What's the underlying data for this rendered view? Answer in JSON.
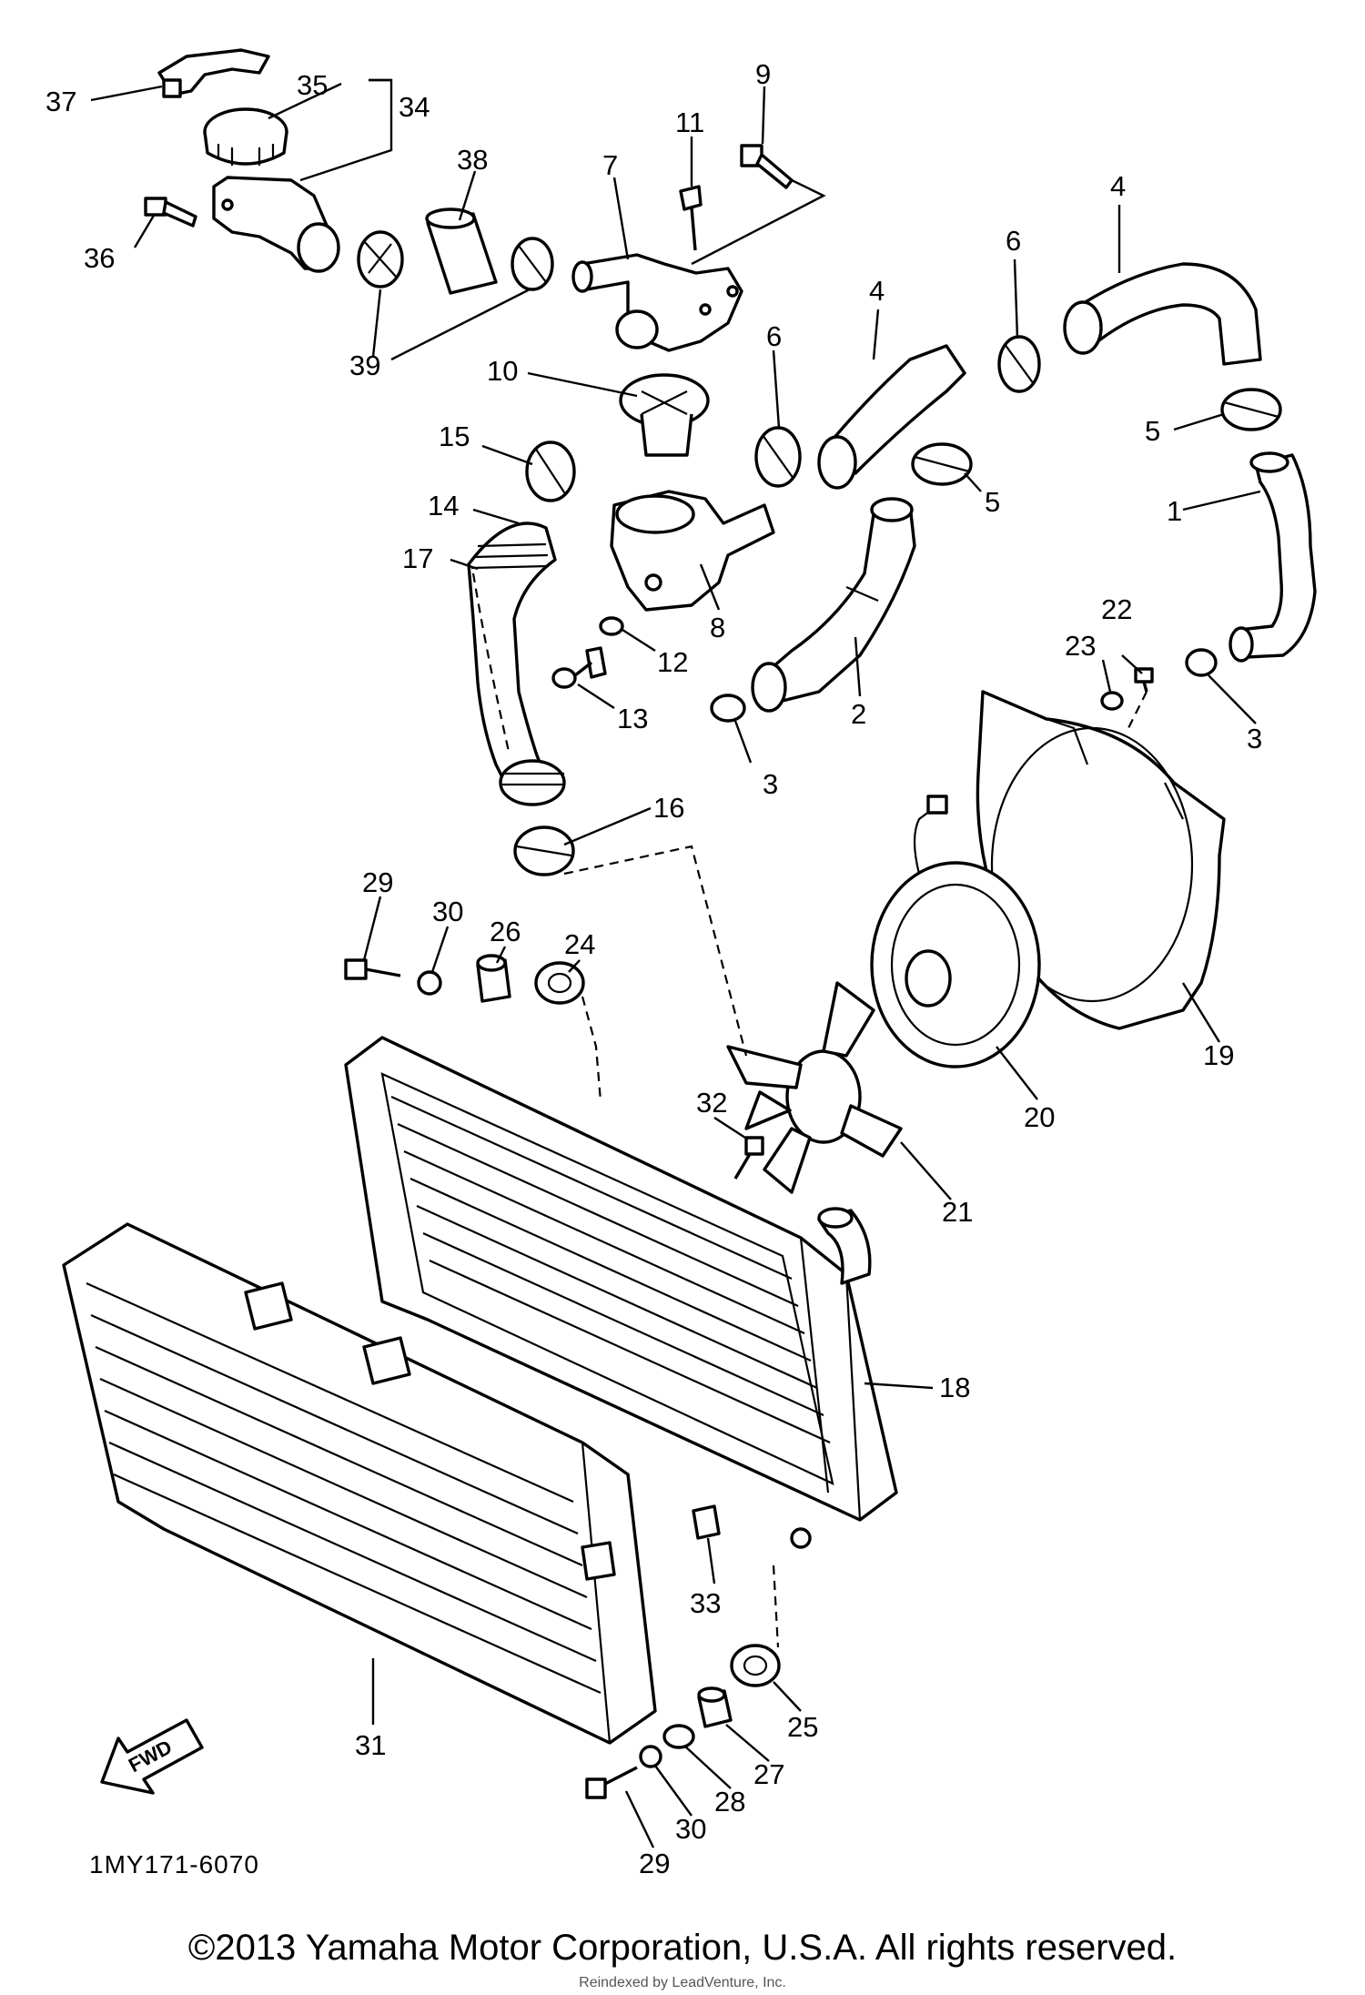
{
  "diagram": {
    "code": "1MY171-6070",
    "fwd_label": "FWD",
    "callouts": [
      {
        "id": "c37",
        "text": "37"
      },
      {
        "id": "c35",
        "text": "35"
      },
      {
        "id": "c34",
        "text": "34"
      },
      {
        "id": "c36",
        "text": "36"
      },
      {
        "id": "c38",
        "text": "38"
      },
      {
        "id": "c39",
        "text": "39"
      },
      {
        "id": "c11",
        "text": "11"
      },
      {
        "id": "c9",
        "text": "9"
      },
      {
        "id": "c7",
        "text": "7"
      },
      {
        "id": "c10",
        "text": "10"
      },
      {
        "id": "c4a",
        "text": "4"
      },
      {
        "id": "c4b",
        "text": "4"
      },
      {
        "id": "c6a",
        "text": "6"
      },
      {
        "id": "c6b",
        "text": "6"
      },
      {
        "id": "c5a",
        "text": "5"
      },
      {
        "id": "c5b",
        "text": "5"
      },
      {
        "id": "c1",
        "text": "1"
      },
      {
        "id": "c15",
        "text": "15"
      },
      {
        "id": "c14",
        "text": "14"
      },
      {
        "id": "c17",
        "text": "17"
      },
      {
        "id": "c8",
        "text": "8"
      },
      {
        "id": "c12",
        "text": "12"
      },
      {
        "id": "c13",
        "text": "13"
      },
      {
        "id": "c2",
        "text": "2"
      },
      {
        "id": "c3a",
        "text": "3"
      },
      {
        "id": "c3b",
        "text": "3"
      },
      {
        "id": "c23",
        "text": "23"
      },
      {
        "id": "c22",
        "text": "22"
      },
      {
        "id": "c16",
        "text": "16"
      },
      {
        "id": "c29a",
        "text": "29"
      },
      {
        "id": "c30a",
        "text": "30"
      },
      {
        "id": "c26",
        "text": "26"
      },
      {
        "id": "c24",
        "text": "24"
      },
      {
        "id": "c19",
        "text": "19"
      },
      {
        "id": "c20",
        "text": "20"
      },
      {
        "id": "c32",
        "text": "32"
      },
      {
        "id": "c21",
        "text": "21"
      },
      {
        "id": "c18",
        "text": "18"
      },
      {
        "id": "c33",
        "text": "33"
      },
      {
        "id": "c25",
        "text": "25"
      },
      {
        "id": "c31",
        "text": "31"
      },
      {
        "id": "c27",
        "text": "27"
      },
      {
        "id": "c28",
        "text": "28"
      },
      {
        "id": "c30b",
        "text": "30"
      },
      {
        "id": "c29b",
        "text": "29"
      }
    ]
  },
  "footer": {
    "copyright": "©2013 Yamaha Motor Corporation, U.S.A. All rights reserved.",
    "watermark": "Reindexed by LeadVenture, Inc."
  }
}
